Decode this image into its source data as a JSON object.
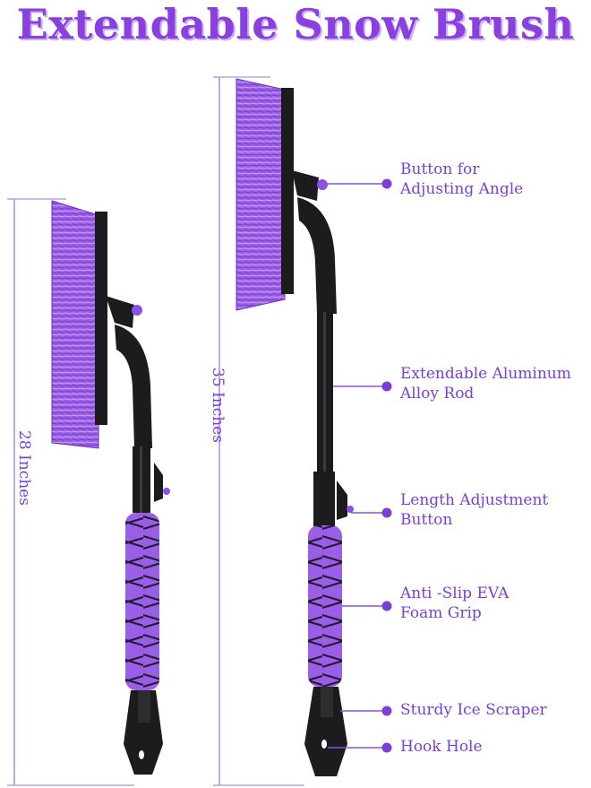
{
  "title": "Extendable Snow Brush",
  "dimensions": {
    "short": "28 Inches",
    "long": "35 Inches"
  },
  "callouts": [
    {
      "line1": "Button for",
      "line2": "Adjusting Angle"
    },
    {
      "line1": "Extendable Aluminum",
      "line2": "Alloy Rod"
    },
    {
      "line1": "Length Adjustment",
      "line2": "Button"
    },
    {
      "line1": "Anti -Slip EVA",
      "line2": "Foam Grip"
    },
    {
      "line1": "Sturdy Ice Scraper",
      "line2": ""
    },
    {
      "line1": "Hook Hole",
      "line2": ""
    }
  ],
  "colors": {
    "accent": "#7b3fd6",
    "bristle": "#9b5ee8",
    "body": "#1c1c1e"
  }
}
